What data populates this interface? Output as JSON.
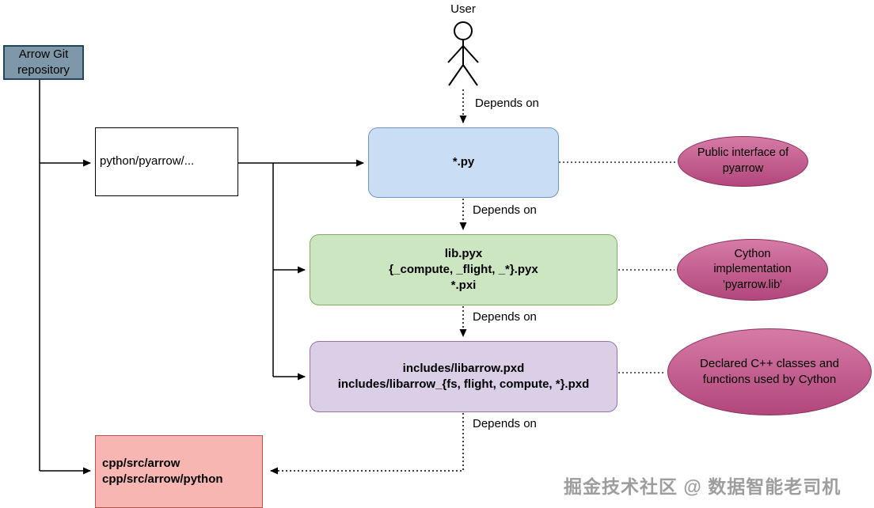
{
  "diagram": {
    "user_label": "User",
    "depends_on_label": "Depends on",
    "boxes": {
      "arrow_git": {
        "label": "Arrow Git repository"
      },
      "python_pyarrow": {
        "label": "python/pyarrow/..."
      },
      "py": {
        "label": "*.py"
      },
      "lib_pyx": {
        "lines": [
          "lib.pyx",
          "{_compute, _flight, _*}.pyx",
          "*.pxi"
        ]
      },
      "includes": {
        "lines": [
          "includes/libarrow.pxd",
          "includes/libarrow_{fs, flight, compute, *}.pxd"
        ]
      },
      "cpp": {
        "lines": [
          "cpp/src/arrow",
          "cpp/src/arrow/python"
        ]
      }
    },
    "ellipses": [
      {
        "label": "Public interface of pyarrow"
      },
      {
        "label": "Cython implementation 'pyarrow.lib'"
      },
      {
        "label": "Declared C++ classes and functions used by Cython"
      }
    ],
    "watermark": "掘金技术社区 @ 数据智能老司机",
    "colors": {
      "py_fill": "#c9def5",
      "py_border": "#7193c4",
      "lib_fill": "#cde6c2",
      "lib_border": "#7fab64",
      "includes_fill": "#dbcfe8",
      "includes_border": "#9673a6",
      "cpp_fill": "#f8b6b2",
      "cpp_border": "#b85450",
      "git_fill": "#7e98aa",
      "git_border": "#23445d",
      "ellipse_fill_top": "#d67ba6",
      "ellipse_fill_bottom": "#b2467c",
      "ellipse_border": "#8c3060",
      "line_color": "#000000",
      "watermark_color": "#9d9d9d"
    }
  }
}
